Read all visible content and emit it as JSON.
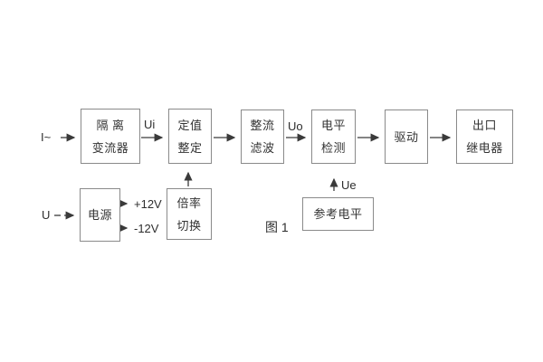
{
  "figure": {
    "caption": "图 1",
    "blocks": [
      {
        "name": "isolation-transformer",
        "line1": "隔  离",
        "line2": "变流器"
      },
      {
        "name": "setpoint-adjust",
        "line1": "定值",
        "line2": "整定"
      },
      {
        "name": "rectify-filter",
        "line1": "整流",
        "line2": "滤波"
      },
      {
        "name": "level-detect",
        "line1": "电平",
        "line2": "检测"
      },
      {
        "name": "drive",
        "line1": "驱动"
      },
      {
        "name": "output-relay",
        "line1": "出口",
        "line2": "继电器"
      },
      {
        "name": "power-supply",
        "line1": "电源"
      },
      {
        "name": "ratio-switch",
        "line1": "倍率",
        "line2": "切换"
      },
      {
        "name": "reference-level",
        "line1": "参考电平"
      }
    ],
    "signal_labels": {
      "input_current": "I~",
      "ui": "Ui",
      "uo": "Uo",
      "input_voltage": "U",
      "plus_rail": "+12V",
      "minus_rail": "-12V",
      "ue": "Ue"
    },
    "colors": {
      "background": "#ffffff",
      "box_border": "#8a8a8a",
      "text": "#333333",
      "arrow": "#3a3a3a"
    }
  }
}
